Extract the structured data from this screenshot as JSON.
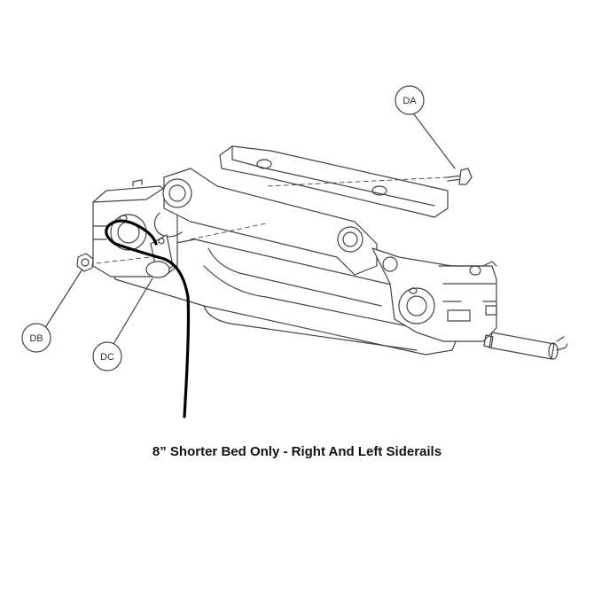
{
  "callouts": [
    {
      "id": "DA",
      "text": "DA"
    },
    {
      "id": "DB",
      "text": "DB"
    },
    {
      "id": "DC",
      "text": "DC"
    }
  ],
  "caption": "8” Shorter Bed Only - Right And Left Siderails",
  "colors": {
    "line": "#333333",
    "cable": "#000000",
    "background": "#ffffff"
  }
}
